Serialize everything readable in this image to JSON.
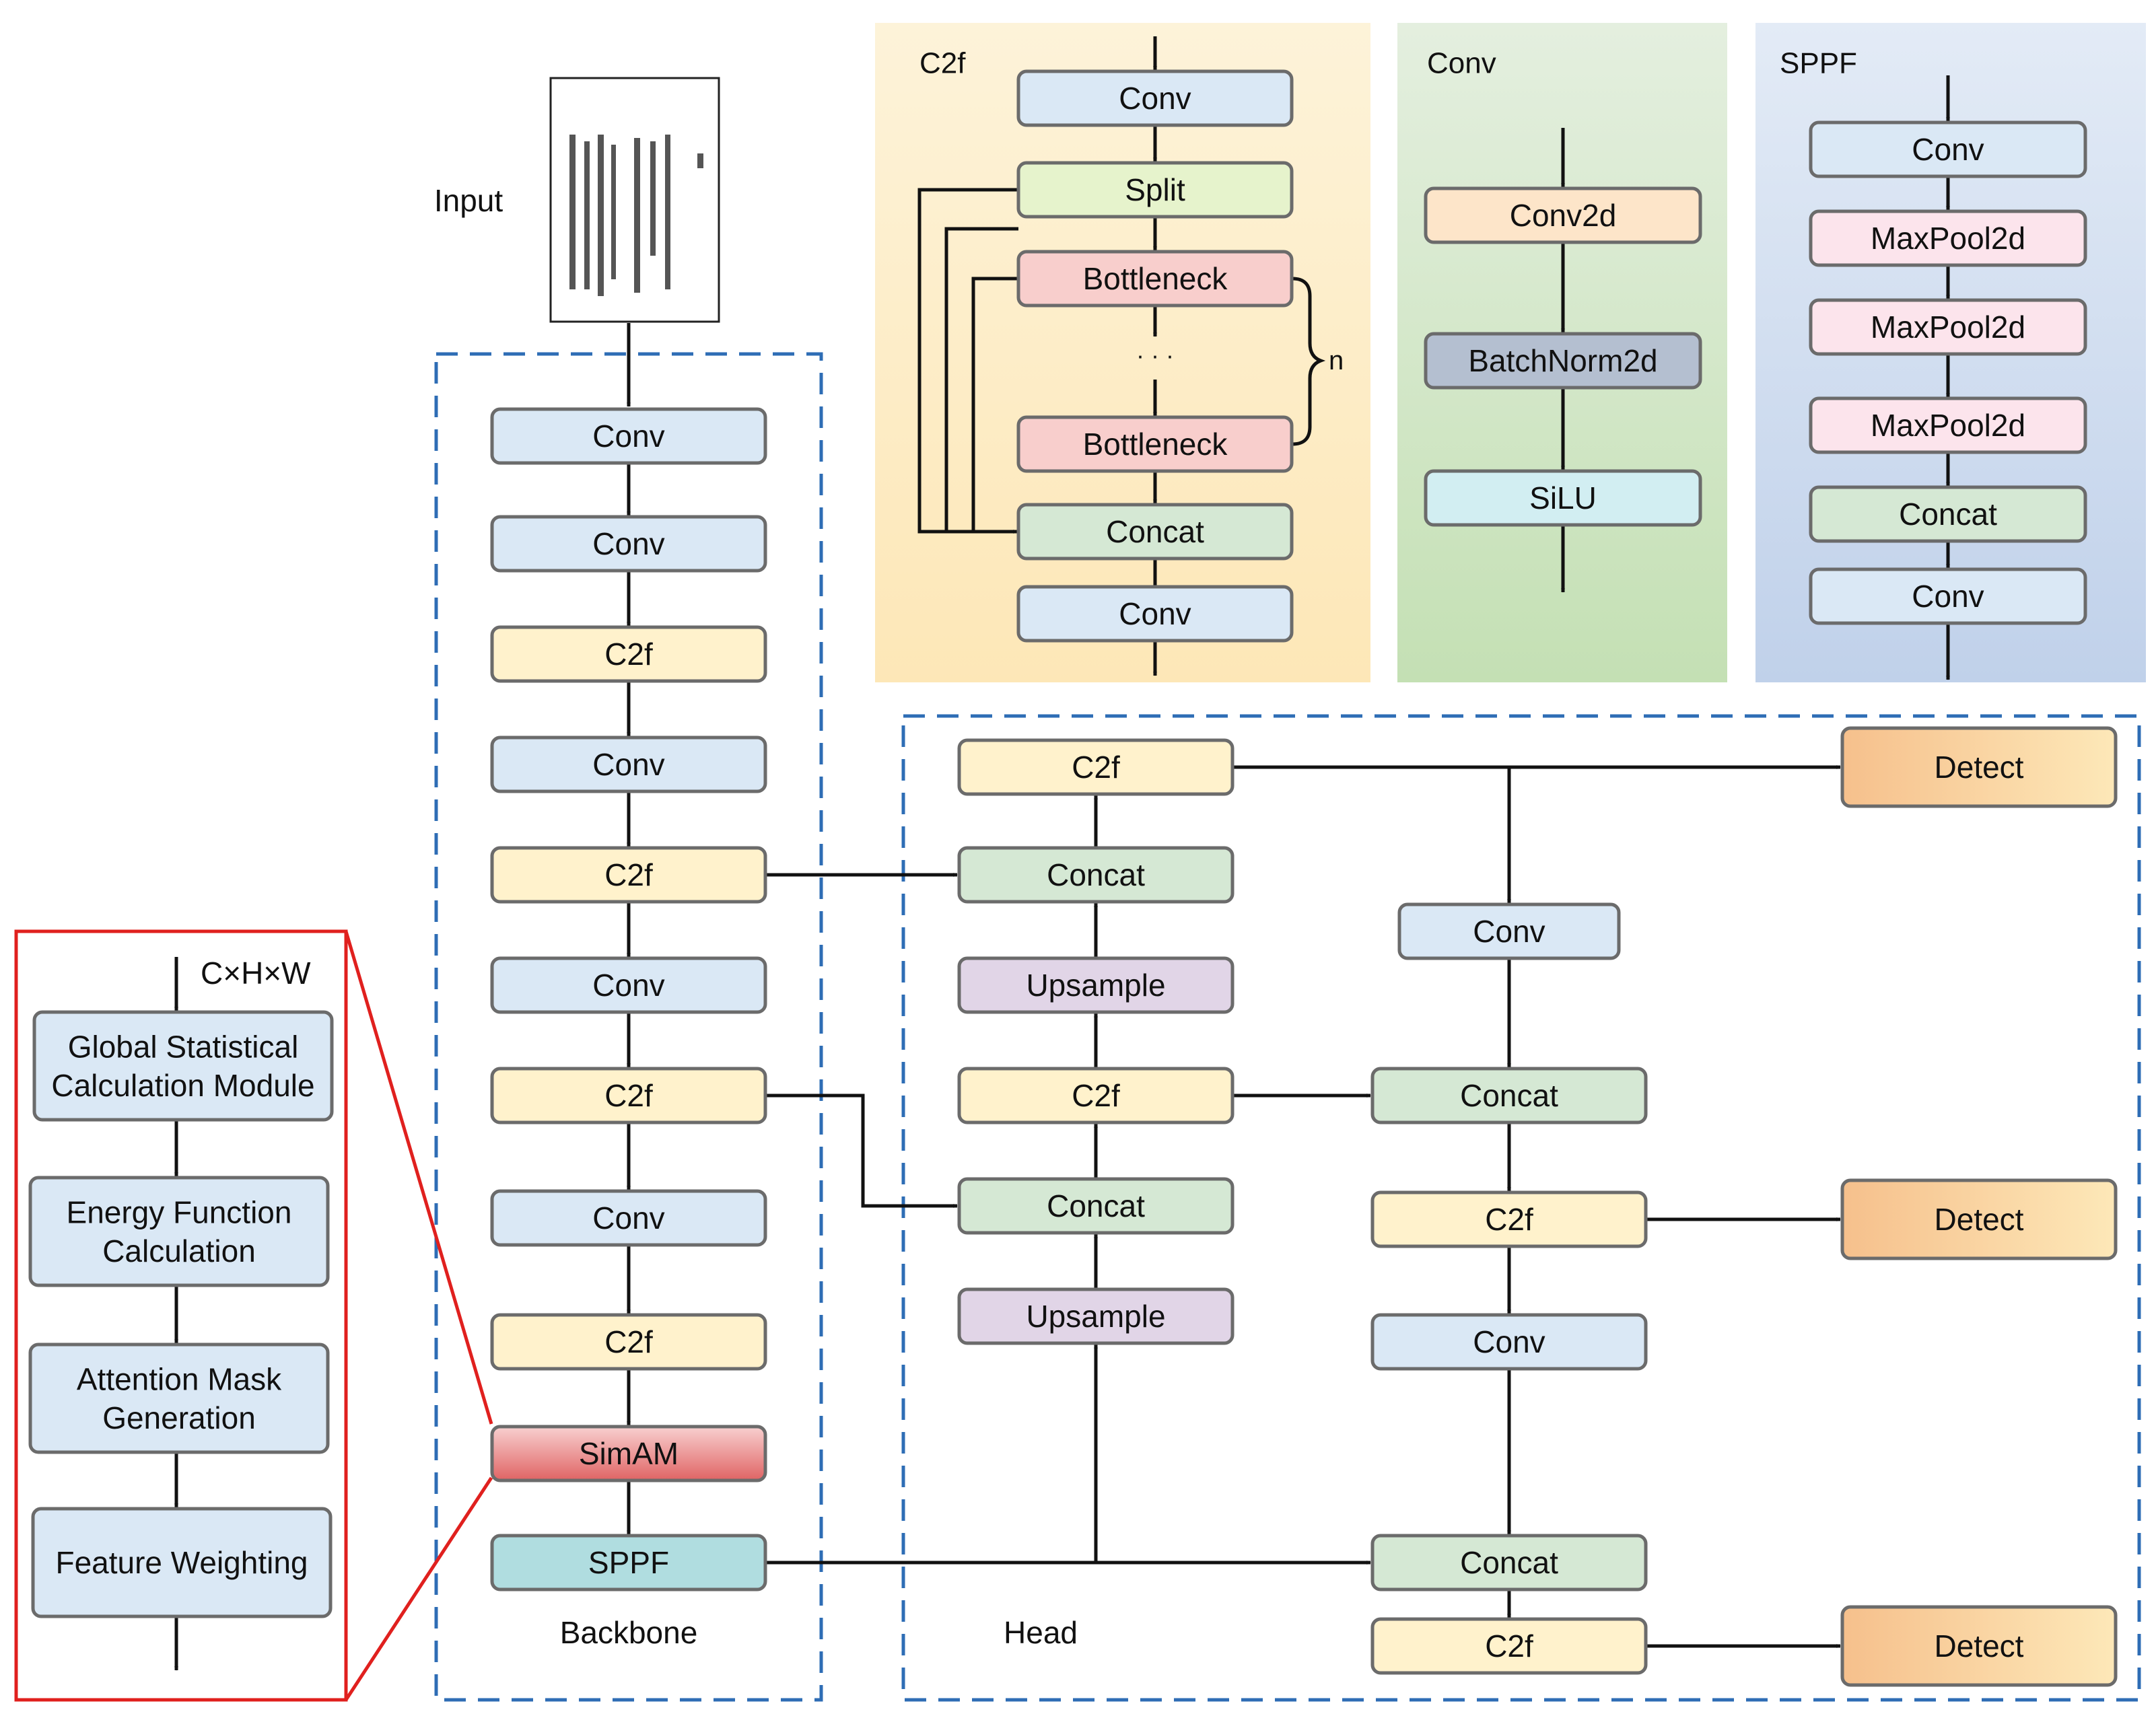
{
  "input": {
    "label": "Input"
  },
  "backbone": {
    "label": "Backbone",
    "blocks": [
      "Conv",
      "Conv",
      "C2f",
      "Conv",
      "C2f",
      "Conv",
      "C2f",
      "Conv",
      "C2f",
      "SimAM",
      "SPPF"
    ]
  },
  "head": {
    "label": "Head",
    "col1": [
      "C2f",
      "Concat",
      "Upsample",
      "C2f",
      "Concat",
      "Upsample"
    ],
    "col2": [
      "Conv",
      "Concat",
      "C2f",
      "Conv",
      "Concat",
      "C2f"
    ],
    "detect": [
      "Detect",
      "Detect",
      "Detect"
    ]
  },
  "simam_detail": {
    "input_dims": "C×H×W",
    "steps": [
      [
        "Global Statistical",
        "Calculation Module"
      ],
      [
        "Energy Function",
        "Calculation"
      ],
      [
        "Attention Mask",
        "Generation"
      ],
      [
        "Feature Weighting"
      ]
    ]
  },
  "c2f_panel": {
    "title": "C2f",
    "blocks": [
      "Conv",
      "Split",
      "Bottleneck",
      "Bottleneck",
      "Concat",
      "Conv"
    ],
    "dots": "· · ·",
    "repeat_label": "n"
  },
  "conv_panel": {
    "title": "Conv",
    "blocks": [
      "Conv2d",
      "BatchNorm2d",
      "SiLU"
    ]
  },
  "sppf_panel": {
    "title": "SPPF",
    "blocks": [
      "Conv",
      "MaxPool2d",
      "MaxPool2d",
      "MaxPool2d",
      "Concat",
      "Conv"
    ]
  },
  "colors": {
    "conv": "#dae8f5",
    "c2f": "#fff2cc",
    "concat": "#d5e8d4",
    "upsample": "#e1d5e7",
    "split": "#e6f3cc",
    "bottleneck": "#f8cecc",
    "maxpool": "#fce4ec",
    "conv2d": "#fde5c9",
    "batchnorm": "#b4bfd0",
    "silu": "#d2eef2",
    "sppf": "#b0dde0",
    "simam_top": "#f6c9c9",
    "simam_bottom": "#e06666",
    "detect_top": "#f6c28d",
    "detect_bottom": "#fde9b6",
    "dashed_border": "#2e6db5",
    "zoom_border": "#e0201e",
    "c2f_panel_bg": "#fdf0c8",
    "conv_panel_bg": "#cfe6c4",
    "sppf_panel_bg": "#cfdcf0"
  }
}
